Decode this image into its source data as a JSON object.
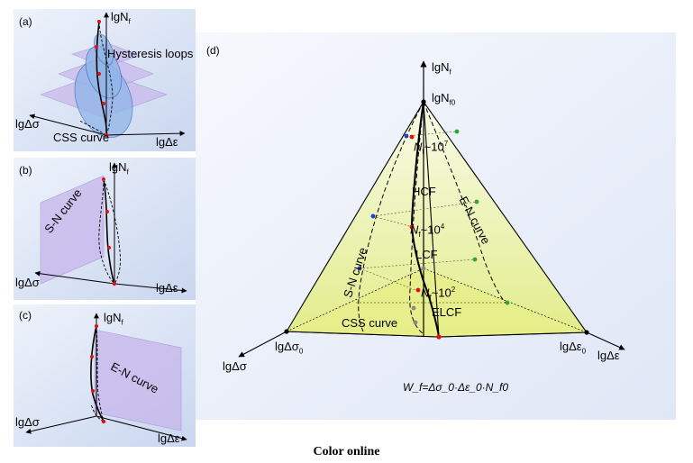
{
  "panels": {
    "a": {
      "tag": "(a)",
      "axis_y": "lgN",
      "axis_y_sub": "f",
      "axis_left": "lgΔσ",
      "axis_right": "lgΔε",
      "label_loops": "Hysteresis loops",
      "label_css": "CSS curve"
    },
    "b": {
      "tag": "(b)",
      "axis_y": "lgN",
      "axis_y_sub": "f",
      "axis_left": "lgΔσ",
      "axis_right": "lgΔε",
      "label_curve": "S-N curve"
    },
    "c": {
      "tag": "(c)",
      "axis_y": "lgN",
      "axis_y_sub": "f",
      "axis_left": "lgΔσ",
      "axis_right": "lgΔε",
      "label_curve": "E-N curve"
    },
    "d": {
      "tag": "(d)",
      "axis_top": "lgN",
      "axis_top_sub": "f",
      "apex": "lgN",
      "apex_sub": "f0",
      "n7": "N",
      "n7_sub": "f",
      "n7_rest": "~10",
      "n7_sup": "7",
      "hcf": "HCF",
      "n4": "N",
      "n4_sub": "f",
      "n4_rest": "~10",
      "n4_sup": "4",
      "lcf": "LCF",
      "n2": "N",
      "n2_sub": "f",
      "n2_rest": "~10",
      "n2_sup": "2",
      "elcf": "ELCF",
      "sn_curve": "S-N curve",
      "en_curve": "E-N curve",
      "css_curve": "CSS curve",
      "sigma0": "lgΔσ",
      "sigma0_sub": "0",
      "eps0": "lgΔε",
      "eps0_sub": "0",
      "axis_left": "lgΔσ",
      "axis_right": "lgΔε",
      "formula": "W_f=Δσ_0·Δε_0·N_f0"
    }
  },
  "colors": {
    "panel_bg": "#d9e3f4",
    "sheet_purple": "#c9b8e6",
    "loop_blue": "#8fb6e8",
    "triangle_yellow": "#eaf29a",
    "point_red": "#e01010",
    "point_blue": "#1f3fd0",
    "point_green": "#2da82d",
    "point_gray": "#888888"
  },
  "caption": "Color online"
}
